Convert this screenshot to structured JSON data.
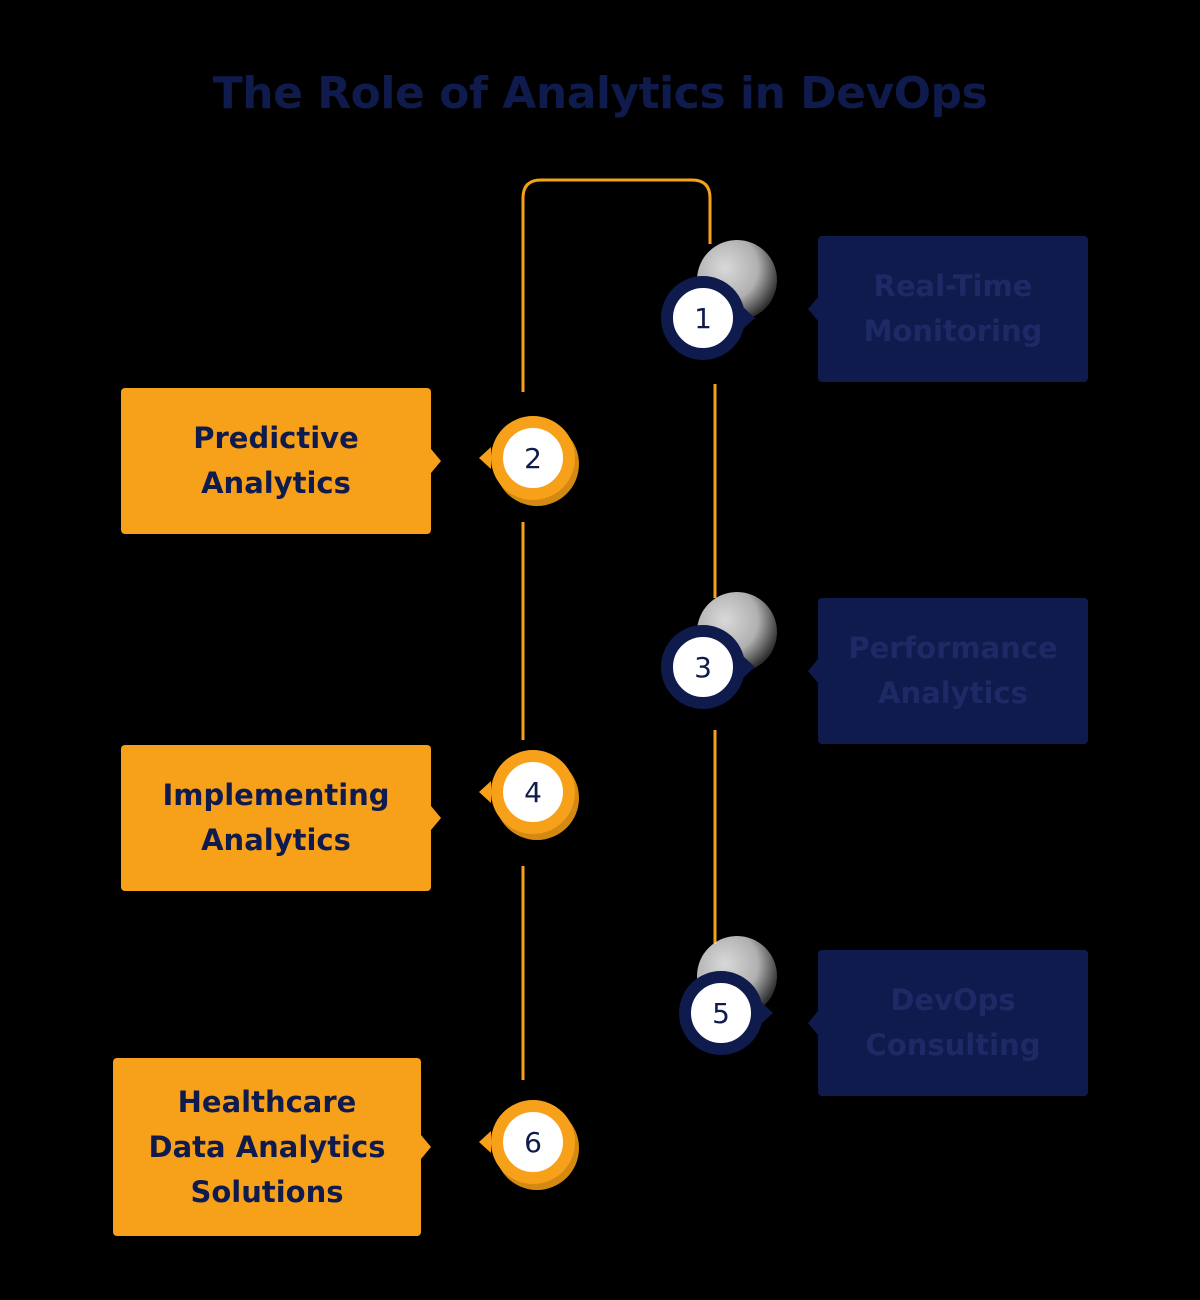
{
  "title": "The Role of Analytics in DevOps",
  "colors": {
    "orange": "#f7a11a",
    "navy": "#0f1a4d",
    "background": "#000000"
  },
  "steps": [
    {
      "number": "1",
      "label": "Real-Time\nMonitoring",
      "color": "navy"
    },
    {
      "number": "2",
      "label": "Predictive\nAnalytics",
      "color": "orange"
    },
    {
      "number": "3",
      "label": "Performance\nAnalytics",
      "color": "navy"
    },
    {
      "number": "4",
      "label": "Implementing\nAnalytics",
      "color": "orange"
    },
    {
      "number": "5",
      "label": "DevOps\nConsulting",
      "color": "navy"
    },
    {
      "number": "6",
      "label": "Healthcare\nData Analytics\nSolutions",
      "color": "orange"
    }
  ]
}
